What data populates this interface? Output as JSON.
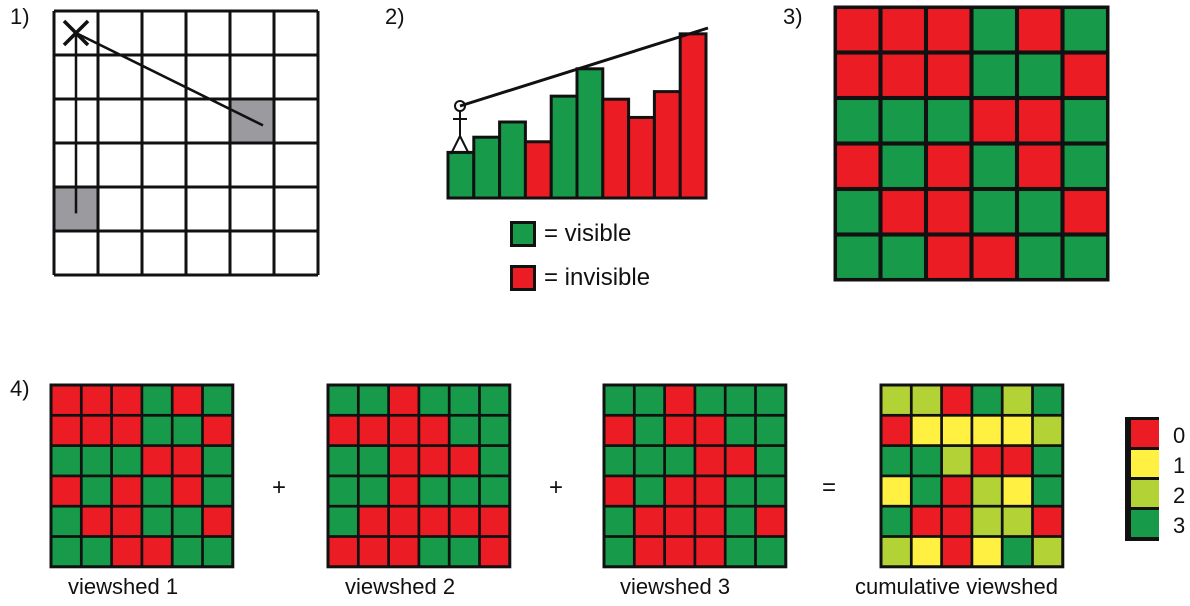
{
  "colors": {
    "visible": "#179b4a",
    "invisible": "#ec1c24",
    "one": "#fff042",
    "two": "#b2d235",
    "three": "#179b4a",
    "gridline": "#111111",
    "shaded": "#9b9b9f"
  },
  "panel_labels": {
    "p1": "1)",
    "p2": "2)",
    "p3": "3)",
    "p4": "4)"
  },
  "panel2": {
    "bars": [
      {
        "height": 3,
        "visible": true
      },
      {
        "height": 4,
        "visible": true
      },
      {
        "height": 5,
        "visible": true
      },
      {
        "height": 3.7,
        "visible": false
      },
      {
        "height": 6.7,
        "visible": true
      },
      {
        "height": 8.5,
        "visible": true
      },
      {
        "height": 6.5,
        "visible": false
      },
      {
        "height": 5.3,
        "visible": false
      },
      {
        "height": 7,
        "visible": false
      },
      {
        "height": 10.8,
        "visible": false
      }
    ],
    "legend": {
      "visible_label": "= visible",
      "invisible_label": "= invisible"
    }
  },
  "panel3": {
    "grid": [
      [
        0,
        0,
        0,
        1,
        0,
        1
      ],
      [
        0,
        0,
        0,
        1,
        1,
        0
      ],
      [
        1,
        1,
        1,
        0,
        0,
        1
      ],
      [
        0,
        1,
        0,
        1,
        0,
        1
      ],
      [
        1,
        0,
        0,
        1,
        1,
        0
      ],
      [
        1,
        1,
        0,
        0,
        1,
        1
      ]
    ]
  },
  "panel4": {
    "plus1": "+",
    "plus2": "+",
    "equals": "=",
    "grids": [
      {
        "label": "viewshed 1",
        "cells": [
          [
            0,
            0,
            0,
            1,
            0,
            1
          ],
          [
            0,
            0,
            0,
            1,
            1,
            0
          ],
          [
            1,
            1,
            1,
            0,
            0,
            1
          ],
          [
            0,
            1,
            0,
            1,
            0,
            1
          ],
          [
            1,
            0,
            0,
            1,
            1,
            0
          ],
          [
            1,
            1,
            0,
            0,
            1,
            1
          ]
        ]
      },
      {
        "label": "viewshed 2",
        "cells": [
          [
            1,
            1,
            0,
            1,
            1,
            1
          ],
          [
            0,
            0,
            0,
            0,
            1,
            1
          ],
          [
            1,
            1,
            0,
            0,
            0,
            1
          ],
          [
            1,
            1,
            0,
            1,
            1,
            1
          ],
          [
            1,
            0,
            0,
            0,
            0,
            0
          ],
          [
            0,
            0,
            0,
            1,
            1,
            0
          ]
        ]
      },
      {
        "label": "viewshed 3",
        "cells": [
          [
            1,
            1,
            0,
            1,
            1,
            1
          ],
          [
            0,
            1,
            0,
            0,
            1,
            1
          ],
          [
            1,
            1,
            1,
            0,
            0,
            1
          ],
          [
            0,
            1,
            0,
            0,
            1,
            1
          ],
          [
            1,
            0,
            0,
            0,
            1,
            0
          ],
          [
            1,
            0,
            0,
            0,
            1,
            1
          ]
        ]
      },
      {
        "label": "cumulative viewshed",
        "cells": [
          [
            2,
            2,
            0,
            3,
            2,
            3
          ],
          [
            0,
            1,
            1,
            1,
            1,
            2
          ],
          [
            3,
            3,
            2,
            0,
            0,
            3
          ],
          [
            1,
            3,
            0,
            2,
            1,
            3
          ],
          [
            3,
            0,
            0,
            2,
            2,
            0
          ],
          [
            2,
            1,
            0,
            1,
            3,
            2
          ]
        ]
      }
    ],
    "legend": {
      "values": [
        "0",
        "1",
        "2",
        "3"
      ]
    }
  }
}
